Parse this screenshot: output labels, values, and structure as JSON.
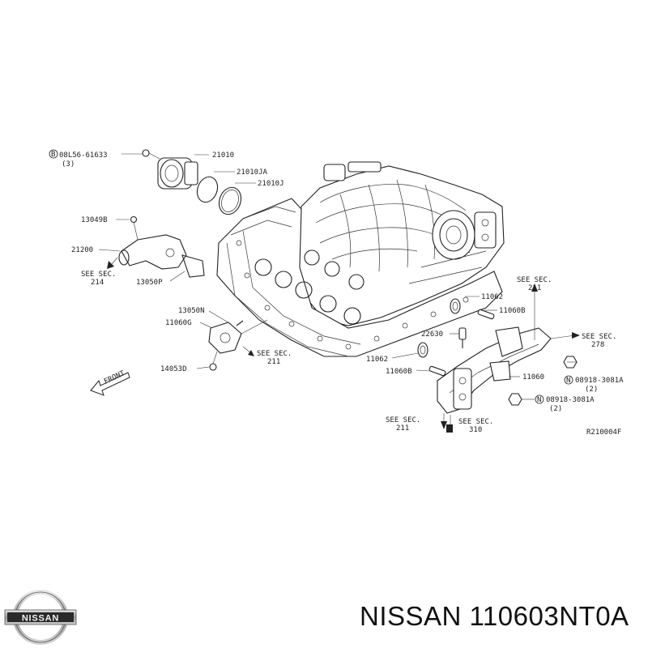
{
  "diagram": {
    "callouts": {
      "bolt_ref": "B",
      "bolt_part": "08L56-61633",
      "bolt_qty": "(3)",
      "p21010": "21010",
      "p21010JA": "21010JA",
      "p21010J": "21010J",
      "p13049B": "13049B",
      "p21200": "21200",
      "see_sec_214_a": "SEE SEC.",
      "see_sec_214_b": "214",
      "p13050P": "13050P",
      "p13050N": "13050N",
      "p11060G": "11060G",
      "see_sec_211_left_a": "SEE SEC.",
      "see_sec_211_left_b": "211",
      "p14053D": "14053D",
      "front": "FRONT",
      "p22630": "22630",
      "p11062_mid": "11062",
      "p11060B_mid": "11060B",
      "p11062_right": "11062",
      "p11060B_right": "11060B",
      "see_sec_211_top_a": "SEE SEC.",
      "see_sec_211_top_b": "211",
      "see_sec_278_a": "SEE SEC.",
      "see_sec_278_b": "278",
      "p11060": "11060",
      "nut_ref_1": "N",
      "nut_part_1": "08918-3081A",
      "nut_qty_1": "(2)",
      "nut_ref_2": "N",
      "nut_part_2": "08918-3081A",
      "nut_qty_2": "(2)",
      "see_sec_211_bottom_a": "SEE SEC.",
      "see_sec_211_bottom_b": "211",
      "see_sec_310_a": "SEE SEC.",
      "see_sec_310_b": "310",
      "ref_code": "R210004F"
    }
  },
  "brand": {
    "logo_text": "NISSAN",
    "part_number_line": "NISSAN 110603NT0A"
  }
}
